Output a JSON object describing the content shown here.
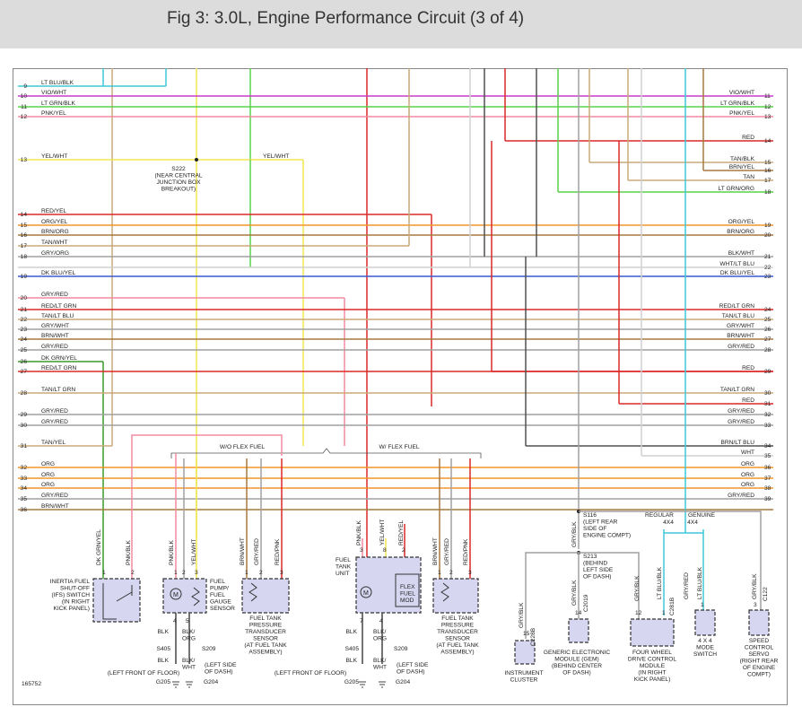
{
  "header": {
    "title": "Fig 3: 3.0L, Engine Performance Circuit (3 of 4)"
  },
  "figure_number": "165752",
  "colors": {
    "lt_blu": "#3cc8d8",
    "vio": "#c83ccc",
    "lt_grn": "#5ad24a",
    "pnk": "#f08ca0",
    "yel": "#f0e650",
    "red": "#dc2828",
    "org": "#f09628",
    "brn": "#a87840",
    "tan": "#c8aa78",
    "gry": "#a0a0a0",
    "dk_blu": "#3c5ad2",
    "dk_grn": "#3c9a2a",
    "blk": "#505050",
    "wht": "#d0d0d0"
  },
  "left_wires": [
    {
      "num": "9",
      "label": "LT BLU/BLK"
    },
    {
      "num": "10",
      "label": "VIO/WHT"
    },
    {
      "num": "11",
      "label": "LT GRN/BLK"
    },
    {
      "num": "12",
      "label": "PNK/YEL"
    },
    {
      "num": "13",
      "label": "YEL/WHT"
    },
    {
      "num": "14",
      "label": "RED/YEL"
    },
    {
      "num": "15",
      "label": "ORG/YEL"
    },
    {
      "num": "16",
      "label": "BRN/ORG"
    },
    {
      "num": "17",
      "label": "TAN/WHT"
    },
    {
      "num": "18",
      "label": "GRY/ORG"
    },
    {
      "num": "19",
      "label": "DK BLU/YEL"
    },
    {
      "num": "20",
      "label": "GRY/RED"
    },
    {
      "num": "21",
      "label": "RED/LT GRN"
    },
    {
      "num": "22",
      "label": "TAN/LT BLU"
    },
    {
      "num": "23",
      "label": "GRY/WHT"
    },
    {
      "num": "24",
      "label": "BRN/WHT"
    },
    {
      "num": "25",
      "label": "GRY/RED"
    },
    {
      "num": "26",
      "label": "DK GRN/YEL"
    },
    {
      "num": "27",
      "label": "RED/LT GRN"
    },
    {
      "num": "28",
      "label": "TAN/LT GRN"
    },
    {
      "num": "29",
      "label": "GRY/RED"
    },
    {
      "num": "30",
      "label": "GRY/RED"
    },
    {
      "num": "31",
      "label": "TAN/YEL"
    },
    {
      "num": "32",
      "label": "ORG"
    },
    {
      "num": "33",
      "label": "ORG"
    },
    {
      "num": "34",
      "label": "ORG"
    },
    {
      "num": "35",
      "label": "GRY/RED"
    },
    {
      "num": "36",
      "label": "BRN/WHT"
    }
  ],
  "right_wires": [
    {
      "num": "11",
      "label": "VIO/WHT"
    },
    {
      "num": "12",
      "label": "LT GRN/BLK"
    },
    {
      "num": "13",
      "label": "PNK/YEL"
    },
    {
      "num": "14",
      "label": "RED"
    },
    {
      "num": "15",
      "label": "TAN/BLK"
    },
    {
      "num": "16",
      "label": "BRN/YEL"
    },
    {
      "num": "17",
      "label": "TAN"
    },
    {
      "num": "18",
      "label": "LT GRN/ORG"
    },
    {
      "num": "19",
      "label": "ORG/YEL"
    },
    {
      "num": "20",
      "label": "BRN/ORG"
    },
    {
      "num": "21",
      "label": "BLK/WHT"
    },
    {
      "num": "22",
      "label": "WHT/LT BLU"
    },
    {
      "num": "23",
      "label": "DK BLU/YEL"
    },
    {
      "num": "24",
      "label": "RED/LT GRN"
    },
    {
      "num": "25",
      "label": "TAN/LT BLU"
    },
    {
      "num": "26",
      "label": "GRY/WHT"
    },
    {
      "num": "27",
      "label": "BRN/WHT"
    },
    {
      "num": "28",
      "label": "GRY/RED"
    },
    {
      "num": "29",
      "label": "RED"
    },
    {
      "num": "30",
      "label": "TAN/LT GRN"
    },
    {
      "num": "31",
      "label": "RED"
    },
    {
      "num": "32",
      "label": "GRY/RED"
    },
    {
      "num": "33",
      "label": "GRY/RED"
    },
    {
      "num": "34",
      "label": "BRN/LT BLU"
    },
    {
      "num": "35",
      "label": "WHT"
    },
    {
      "num": "36",
      "label": "ORG"
    },
    {
      "num": "37",
      "label": "ORG"
    },
    {
      "num": "38",
      "label": "ORG"
    },
    {
      "num": "39",
      "label": "GRY/RED"
    }
  ],
  "splices": {
    "s222": [
      "S222",
      "(NEAR CENTRAL",
      "JUNCTION BOX",
      "BREAKOUT)"
    ],
    "s116": [
      "S116",
      "(LEFT REAR",
      "SIDE OF",
      "ENGINE COMPT)"
    ],
    "s213": [
      "S213",
      "(BEHIND",
      "LEFT SIDE",
      "OF DASH)"
    ],
    "s405": "S405",
    "s209": "S209"
  },
  "yel_wht_mid": "YEL/WHT",
  "wo_flex": "W/O FLEX FUEL",
  "w_flex": "W/ FLEX FUEL",
  "regular": "REGULAR",
  "regular_sub": "4X4",
  "genuine": "GENUINE",
  "genuine_sub": "4X4",
  "components": {
    "inertia": [
      "INERTIA FUEL",
      "SHUT-OFF",
      "(IFS) SWITCH",
      "(IN RIGHT",
      "KICK PANEL)"
    ],
    "pump": [
      "FUEL",
      "PUMP/",
      "FUEL",
      "GAUGE",
      "SENSOR"
    ],
    "ftps1": [
      "FUEL TANK",
      "PRESSURE",
      "TRANSDUCER",
      "SENSOR",
      "(AT FUEL TANK",
      "ASSEMBLY)"
    ],
    "ftu": [
      "FUEL",
      "TANK",
      "UNIT"
    ],
    "flex": [
      "FLEX",
      "FUEL",
      "MOD"
    ],
    "ftps2": [
      "FUEL TANK",
      "PRESSURE",
      "TRANSDUCER",
      "SENSOR",
      "(AT FUEL TANK",
      "ASSEMBLY)"
    ],
    "ic": [
      "INSTRUMENT",
      "CLUSTER"
    ],
    "gem": [
      "GENERIC ELECTRONIC",
      "MODULE (GEM)",
      "(BEHIND CENTER",
      "OF DASH)"
    ],
    "fwd": [
      "FOUR WHEEL",
      "DRIVE CONTROL",
      "MODULE",
      "(IN RIGHT",
      "KICK PANEL)"
    ],
    "mode": [
      "4 X 4",
      "MODE",
      "SWITCH"
    ],
    "servo": [
      "SPEED",
      "CONTROL",
      "SERVO",
      "(RIGHT REAR",
      "OF ENGINE",
      "COMPT)"
    ]
  },
  "pins": {
    "ifs": [
      "1",
      "2"
    ],
    "pump_top": [
      "1",
      "2",
      "3"
    ],
    "pump_bot": [
      "4",
      "5"
    ],
    "ftps1": [
      "1",
      "2",
      "3"
    ],
    "ftu_top": [
      "3",
      "8",
      "2"
    ],
    "ftu_bot": [
      "7",
      "4"
    ],
    "ftps2": [
      "1",
      "2",
      "3"
    ],
    "ic": "15",
    "gem": "14",
    "fwd_a": "12",
    "fwd_b": "1",
    "mode": "1",
    "servo": "3"
  },
  "connectors": {
    "ic": "C228B",
    "gem": "C2019",
    "fwd": "C281B",
    "servo": "C122"
  },
  "pin_wires": {
    "ifs": [
      "DK GRN/YEL",
      "PNK/BLK"
    ],
    "pump": [
      "PNK/BLK",
      "GRY/RED",
      "YEL/WHT"
    ],
    "ftps1": [
      "BRN/WHT",
      "GRY/RED",
      "RED/PNK"
    ],
    "ftu": [
      "PNK/BLK",
      "YEL/WHT",
      "RED/YEL"
    ],
    "ftps2": [
      "BRN/WHT",
      "GRY/RED",
      "RED/PNK"
    ],
    "ic": "GRY/BLK",
    "gem": "GRY/BLK",
    "s116_wire": "GRY/BLK",
    "fwd_a": "GRY/BLK",
    "fwd_b": "LT BLU/BLK",
    "mode": "LT BLU/BLK",
    "servo": "GRY/BLK",
    "genuine_wire": "GRY/RED"
  },
  "ground": {
    "blk": "BLK",
    "blk_org": [
      "BLK/",
      "ORG"
    ],
    "blk_wht": [
      "BLK/",
      "WHT"
    ],
    "left_front": "(LEFT FRONT OF FLOOR)",
    "left_side": [
      "(LEFT SIDE",
      "OF DASH)"
    ],
    "g205": "G205",
    "g204": "G204"
  }
}
